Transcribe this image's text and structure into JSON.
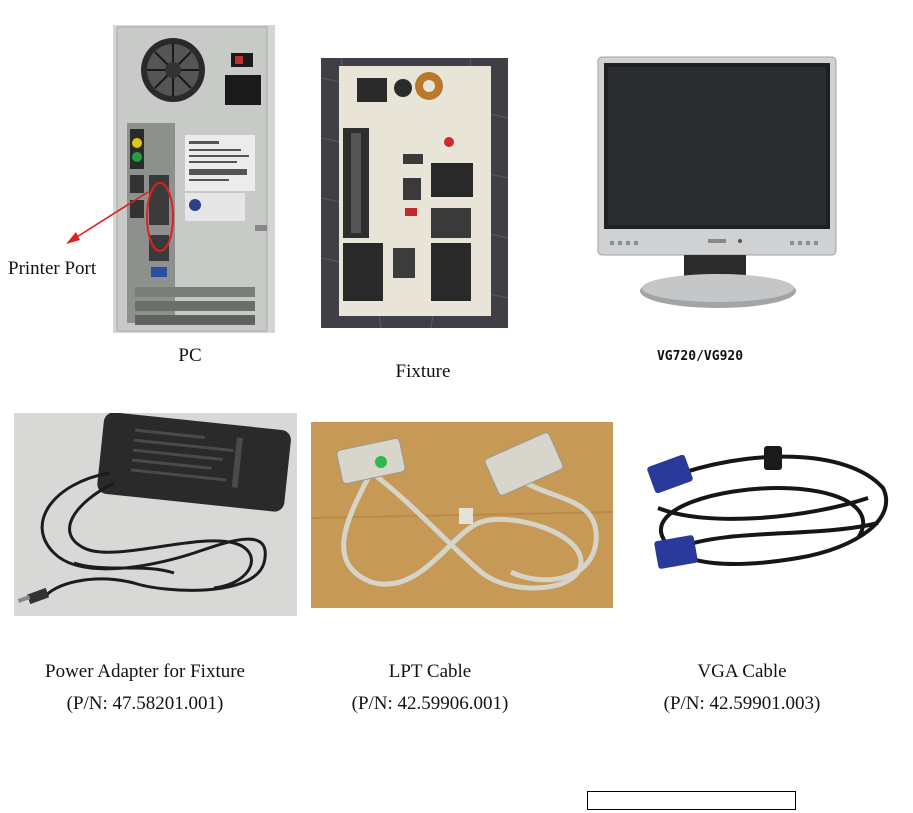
{
  "items": {
    "pc": {
      "label": "PC",
      "annotation": "Printer Port"
    },
    "fixture": {
      "label": "Fixture"
    },
    "monitor": {
      "label": "VG720/VG920"
    },
    "power_adapter": {
      "label": "Power Adapter for Fixture",
      "pn": "(P/N: 47.58201.001)"
    },
    "lpt_cable": {
      "label": "LPT Cable",
      "pn": "(P/N: 42.59906.001)"
    },
    "vga_cable": {
      "label": "VGA Cable",
      "pn": "(P/N: 42.59901.003)"
    }
  },
  "colors": {
    "annotation_arrow": "#e02020",
    "callout_ellipse": "#e02020"
  }
}
